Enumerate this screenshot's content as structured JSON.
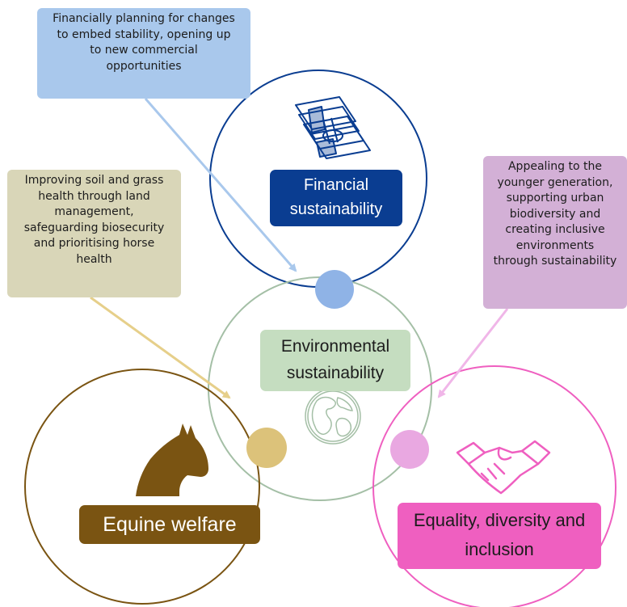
{
  "callouts": {
    "financial": "Financially planning for changes\nto embed stability, opening up\nto new commercial\nopportunities",
    "equine": "Improving soil and grass\nhealth through land\nmanagement,\nsafeguarding biosecurity\nand  prioritising horse\nhealth",
    "equality": "Appealing to the\nyounger generation,\nsupporting urban\nbiodiversity and\ncreating inclusive\nenvironments\nthrough sustainability"
  },
  "labels": {
    "financial": "Financial\nsustainability",
    "environmental": "Environmental\nsustainability",
    "equine": "Equine welfare",
    "equality": "Equality, diversity and\ninclusion"
  },
  "icons": {
    "financial": "money-stack-icon",
    "environmental": "globe-icon",
    "equine": "horse-head-icon",
    "equality": "handshake-icon"
  },
  "colors": {
    "financial": "#0a3d91",
    "financial_callout": "#a9c8ec",
    "financial_dot": "#8fb3e6",
    "environmental_circle": "#a4bfa6",
    "environmental_label": "#c5ddc0",
    "equine": "#7a5412",
    "equine_callout": "#d9d6b8",
    "equine_dot": "#dcc27a",
    "equality": "#ef5fc0",
    "equality_callout": "#d3b0d6",
    "equality_dot": "#e9a8e1"
  }
}
